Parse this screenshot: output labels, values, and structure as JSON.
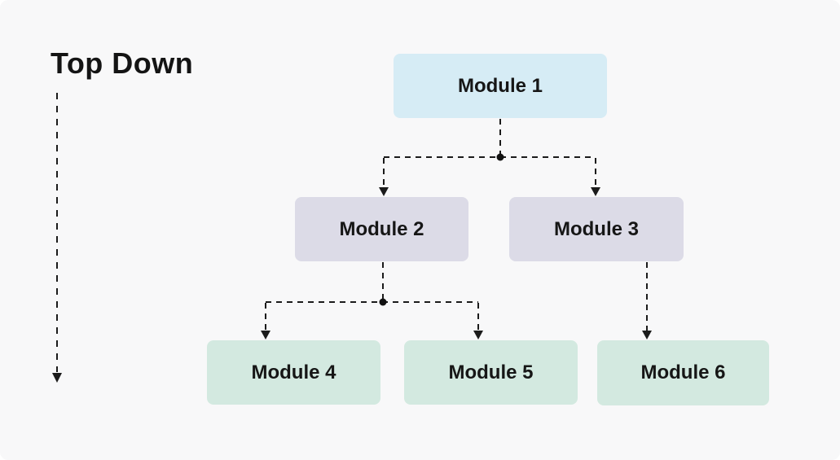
{
  "title": "Top Down",
  "modules": [
    {
      "id": 1,
      "label": "Module 1",
      "level": 1
    },
    {
      "id": 2,
      "label": "Module 2",
      "level": 2
    },
    {
      "id": 3,
      "label": "Module 3",
      "level": 2
    },
    {
      "id": 4,
      "label": "Module 4",
      "level": 3
    },
    {
      "id": 5,
      "label": "Module 5",
      "level": 3
    },
    {
      "id": 6,
      "label": "Module 6",
      "level": 3
    }
  ],
  "connections": [
    {
      "from": "Module 1",
      "to": "Module 2"
    },
    {
      "from": "Module 1",
      "to": "Module 3"
    },
    {
      "from": "Module 2",
      "to": "Module 4"
    },
    {
      "from": "Module 2",
      "to": "Module 5"
    },
    {
      "from": "Module 3",
      "to": "Module 6"
    }
  ],
  "colors": {
    "background": "#f8f8f9",
    "level1_box": "#d6ecf5",
    "level2_box": "#dcdbe7",
    "level3_box": "#d3e9e0",
    "line": "#1b1b1b",
    "text": "#161616"
  }
}
